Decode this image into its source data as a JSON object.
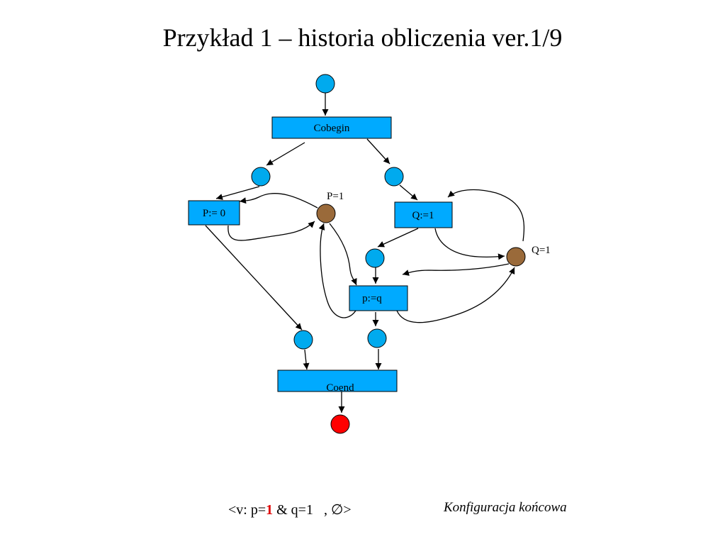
{
  "title": "Przykład 1 – historia obliczenia ver.1/9",
  "colors": {
    "transition_fill": "#00aaff",
    "place_fill": "#00aaee",
    "resource_place_fill": "#9a6a3a",
    "final_place_fill": "#ff0000",
    "highlight_text": "#e00000"
  },
  "transitions": {
    "cobegin": "Cobegin",
    "p_assign": "P:= 0",
    "q_assign": "Q:=1",
    "pq_assign": "p:=q",
    "coend": "Coend"
  },
  "resource_labels": {
    "p": "P=1",
    "q": "Q=1"
  },
  "configuration": {
    "prefix": "<v: p=",
    "p_value": "1",
    "middle": " & q=1   , ",
    "empty_set": "∅",
    "suffix": ">"
  },
  "caption": "Konfiguracja końcowa"
}
